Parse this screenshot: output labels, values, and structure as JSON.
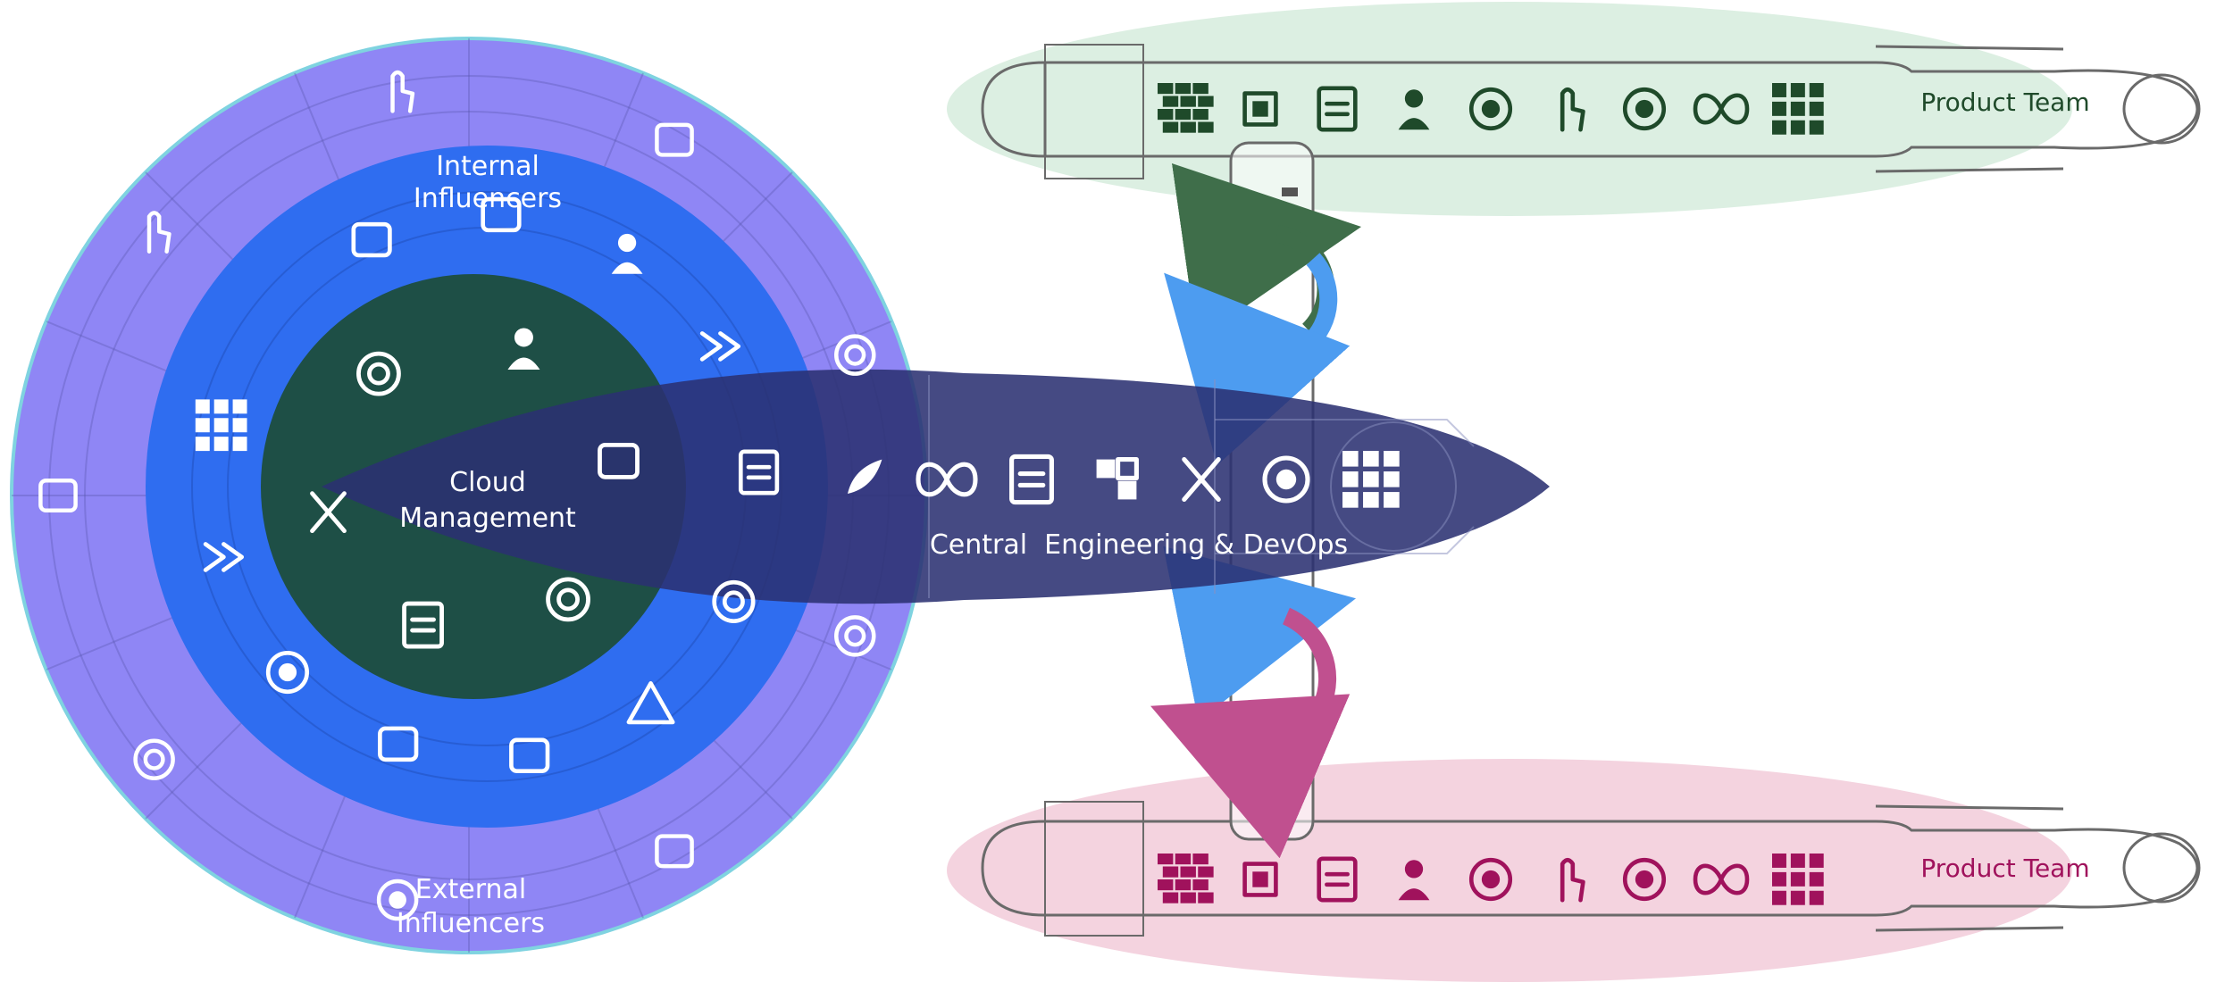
{
  "circle": {
    "center_label": [
      "Cloud",
      "Management"
    ],
    "internal_label": [
      "Internal",
      "Influencers"
    ],
    "external_label": [
      "External",
      "Influencers"
    ],
    "center_icons": [
      "network-node-icon",
      "team-people-icon",
      "dashboard-panel-icon",
      "globe-network-icon",
      "checklist-document-icon",
      "scissors-cut-icon"
    ],
    "inner_ring_icons": [
      "signpost-icon",
      "coins-dollar-icon",
      "lightbulb-person-icon",
      "exit-arrow-icon",
      "documents-stack-icon",
      "medal-icon",
      "warning-triangle-icon",
      "traffic-light-icon",
      "ceo-sign-icon",
      "scrum-cycle-icon",
      "chevrons-forward-icon",
      "kanban-board-icon"
    ],
    "outer_ring_icons": [
      "thumbs-up-icon",
      "binary-chat-icon",
      "target-icon",
      "award-medal-icon",
      "brain-icon",
      "team-cycle-icon",
      "stopwatch-icon",
      "growth-chart-icon",
      "handshake-icon"
    ]
  },
  "central": {
    "label": "Central  Engineering & DevOps",
    "icons": [
      "rocket-icon",
      "infinity-icon",
      "code-window-icon",
      "puzzle-icon",
      "tools-icon",
      "gear-cycle-icon",
      "kanban-board-icon"
    ]
  },
  "top_team": {
    "label": "Product Team",
    "color": "#1f4a2a",
    "fill": "#dcefe2",
    "icons": [
      "brick-wall-icon",
      "chip-icon",
      "code-window-icon",
      "robot-icon",
      "scrum-cycle-icon",
      "touch-icon",
      "gear-icon",
      "infinity-icon",
      "kanban-board-icon"
    ]
  },
  "bottom_team": {
    "label": "Product Team",
    "color": "#a0125c",
    "fill": "#f4d3df",
    "icons": [
      "brick-wall-icon",
      "chip-icon",
      "code-window-icon",
      "robot-icon",
      "scrum-cycle-icon",
      "touch-icon",
      "gear-icon",
      "infinity-icon",
      "kanban-board-icon"
    ]
  },
  "colors": {
    "outer_ring": "#8f86f5",
    "inner_ring": "#2f6df0",
    "center": "#1e4f46",
    "central_band": "#2b3172",
    "cycle_green": "#3f6e4a",
    "cycle_blue": "#4d9cf0",
    "cycle_pink": "#c0508f"
  }
}
